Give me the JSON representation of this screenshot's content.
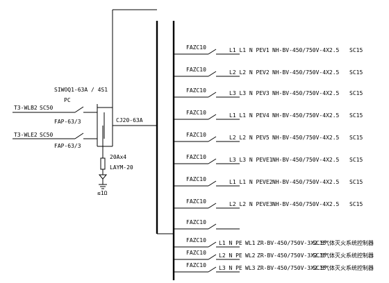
{
  "incoming": {
    "feeder1": "T3-WLB2",
    "feeder1_conduit": "SC50",
    "feeder2": "T3-WLE2",
    "feeder2_conduit": "SC50",
    "ats_model": "SIWOQ1-63A / 4S1",
    "ats_type": "PC",
    "breaker1": "FAP-63/3",
    "breaker2": "FAP-63/3"
  },
  "spd": {
    "breaker": "CJ20-63A",
    "rating": "20Ax4",
    "arrester": "LAYM-20",
    "ground": "≤1Ω"
  },
  "branches": [
    {
      "breaker": "FAZC10",
      "label": "L1 L1 N PE",
      "circuit": "V1",
      "cable": "NH-BV-450/750V-4X2.5",
      "conduit": "SC15"
    },
    {
      "breaker": "FAZC10",
      "label": "L2 L2 N PE",
      "circuit": "V2",
      "cable": "NH-BV-450/750V-4X2.5",
      "conduit": "SC15"
    },
    {
      "breaker": "FAZC10",
      "label": "L3 L3 N PE",
      "circuit": "V3",
      "cable": "NH-BV-450/750V-4X2.5",
      "conduit": "SC15"
    },
    {
      "breaker": "FAZC10",
      "label": "L1 L1 N PE",
      "circuit": "V4",
      "cable": "NH-BV-450/750V-4X2.5",
      "conduit": "SC15"
    },
    {
      "breaker": "FAZC10",
      "label": "L2 L2 N PE",
      "circuit": "V5",
      "cable": "NH-BV-450/750V-4X2.5",
      "conduit": "SC15"
    },
    {
      "breaker": "FAZC10",
      "label": "L3 L3 N PE",
      "circuit": "VE1",
      "cable": "NH-BV-450/750V-4X2.5",
      "conduit": "SC15"
    },
    {
      "breaker": "FAZC10",
      "label": "L1 L1 N PE",
      "circuit": "VE2",
      "cable": "NH-BV-450/750V-4X2.5",
      "conduit": "SC15"
    },
    {
      "breaker": "FAZC10",
      "label": "L2 L2 N PE",
      "circuit": "VE3",
      "cable": "NH-BV-450/750V-4X2.5",
      "conduit": "SC15"
    },
    {
      "breaker": "FAZC10",
      "label": "",
      "circuit": "",
      "cable": "",
      "conduit": ""
    }
  ],
  "extinguisher_branches": [
    {
      "breaker": "FAZC10",
      "label": "L1 N PE",
      "circuit": "WL1",
      "cable": "ZR-BV-450/750V-3X2.5",
      "conduit": "SC15",
      "desc": "气体灭火系统控制器"
    },
    {
      "breaker": "FAZC10",
      "label": "L2 N PE",
      "circuit": "WL2",
      "cable": "ZR-BV-450/750V-3X2.5",
      "conduit": "SC15",
      "desc": "气体灭火系统控制器"
    },
    {
      "breaker": "FAZC10",
      "label": "L3 N PE",
      "circuit": "WL3",
      "cable": "ZR-BV-450/750V-3X2.5",
      "conduit": "SC15",
      "desc": "气体灭火系统控制器"
    }
  ]
}
